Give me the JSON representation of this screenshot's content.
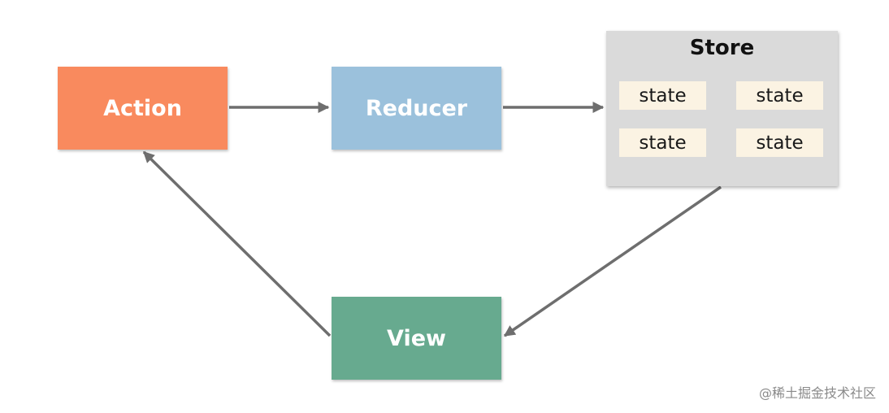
{
  "nodes": {
    "action": {
      "label": "Action",
      "color": "#F98A5E"
    },
    "reducer": {
      "label": "Reducer",
      "color": "#9BC1DC"
    },
    "view": {
      "label": "View",
      "color": "#67AA8F"
    }
  },
  "store": {
    "title": "Store",
    "color": "#DADADA",
    "state_color": "#FBF3E3",
    "states": [
      "state",
      "state",
      "state",
      "state"
    ]
  },
  "edges": [
    {
      "from": "Action",
      "to": "Reducer"
    },
    {
      "from": "Reducer",
      "to": "Store"
    },
    {
      "from": "Store",
      "to": "View"
    },
    {
      "from": "View",
      "to": "Action"
    }
  ],
  "arrow_color": "#6E6E6E",
  "watermark": "@稀土掘金技术社区"
}
